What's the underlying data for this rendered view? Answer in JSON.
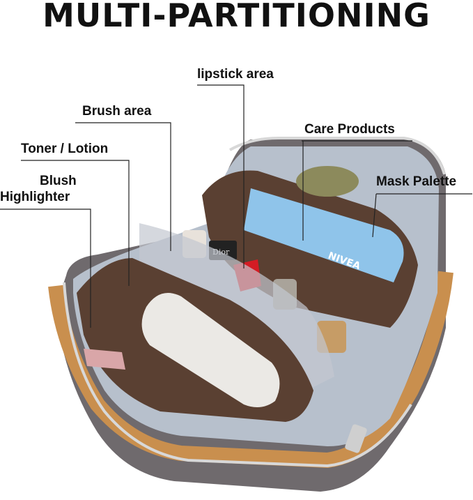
{
  "title": "MULTI-PARTITIONING",
  "labels": {
    "lipstick": "lipstick area",
    "brush": "Brush area",
    "care": "Care Products",
    "toner": "Toner / Lotion",
    "blush": "Blush",
    "highlighter": "Highlighter",
    "mask": "Mask Palette"
  },
  "product_text": {
    "bottle_brand": "NIVEA",
    "lipstick_brand": "Dior"
  },
  "colors": {
    "bag_outer": "#6f6a6d",
    "bag_trim": "#c98f4e",
    "lining": "#b7c0cc",
    "pouch_brown": "#5a4032",
    "bottle_blue": "#8fc4ea"
  }
}
